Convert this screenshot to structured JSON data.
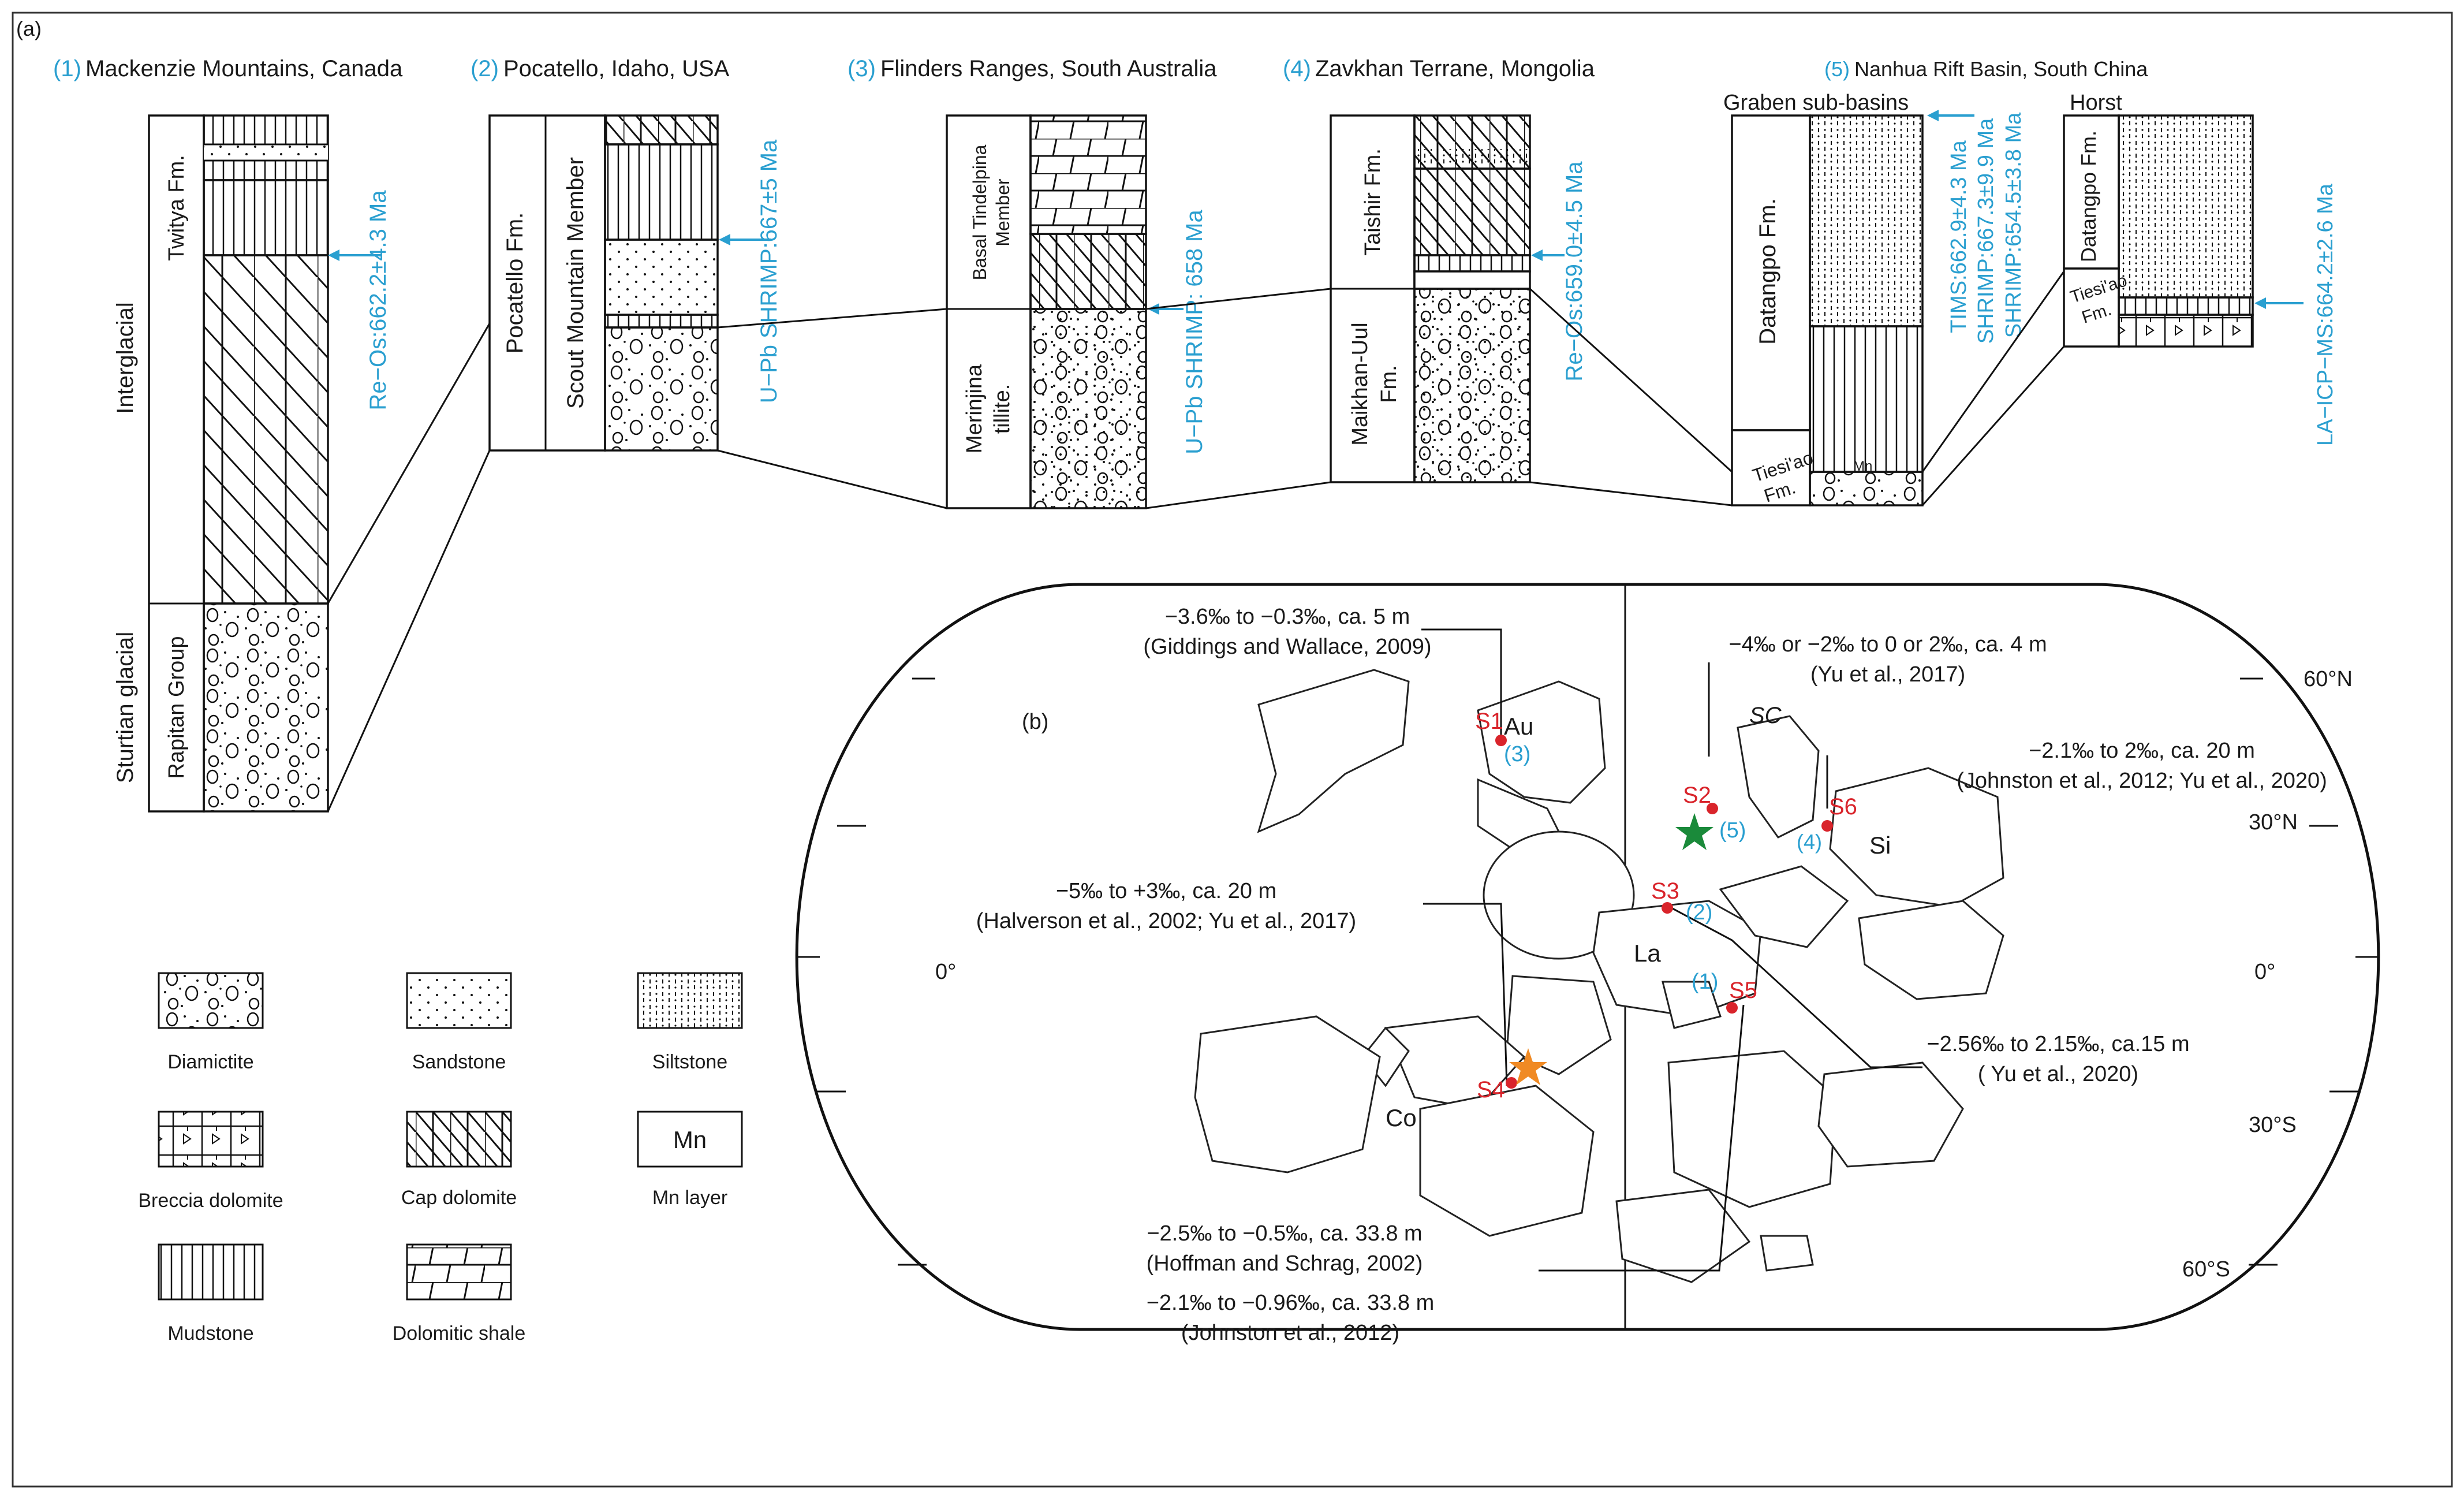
{
  "panel_a": {
    "label": "(a)",
    "sections": [
      {
        "num": "(1)",
        "name": "Mackenzie Mountains, Canada"
      },
      {
        "num": "(2)",
        "name": "Pocatello, Idaho, USA"
      },
      {
        "num": "(3)",
        "name": "Flinders Ranges, South Australia"
      },
      {
        "num": "(4)",
        "name": "Zavkhan Terrane, Mongolia"
      },
      {
        "num": "(5)",
        "name": "Nanhua Rift Basin, South China"
      }
    ],
    "s1": {
      "interglacial": "Interglacial",
      "sturtian": "Sturtian glacial",
      "twitya": "Twitya Fm.",
      "rapitan": "Rapitan Group",
      "age": "Re−Os:662.2±4.3 Ma"
    },
    "s2": {
      "fm": "Pocatello Fm.",
      "member": "Scout Mountain Member",
      "age": "U−Pb SHRIMP:667±5 Ma"
    },
    "s3": {
      "basal1": "Basal Tindelpina",
      "basal2": "Member",
      "merinjina1": "Merinjina",
      "merinjina2": "tillite.",
      "age": "U−Pb SHRIMP: 658 Ma"
    },
    "s4": {
      "taishir": "Taishir Fm.",
      "maikhan1": "Maikhan-Uul",
      "maikhan2": "Fm.",
      "age": "Re−Os:659.0±4.5 Ma"
    },
    "s5": {
      "graben": "Graben sub-basins",
      "horst": "Horst",
      "datangpo": "Datangpo Fm.",
      "datangpo2": "Datangpo Fm.",
      "tiesiao1": "Tiesi'ao",
      "tiesiao2": "Fm.",
      "tiesiao3": "Tiesi'ao",
      "tiesiao4": "Fm.",
      "mn": "Mn",
      "age1": "TIMS:662.9±4.3 Ma",
      "age2": "SHRIMP:667.3±9.9 Ma",
      "age3": "SHRIMP:654.5±3.8 Ma",
      "age4": "LA−ICP−MS:664.2±2.6 Ma"
    },
    "legend": {
      "diamictite": "Diamictite",
      "sandstone": "Sandstone",
      "siltstone": "Siltstone",
      "breccia": "Breccia dolomite",
      "cap": "Cap dolomite",
      "mn_layer": "Mn layer",
      "mn_box": "Mn",
      "mudstone": "Mudstone",
      "dolshale": "Dolomitic shale"
    }
  },
  "panel_b": {
    "label": "(b)",
    "lat": {
      "n60": "60°N",
      "n30": "30°N",
      "eq_left": "0°",
      "eq_right": "0°",
      "s30": "30°S",
      "s60": "60°S"
    },
    "cratons": {
      "au": "Au",
      "sc": "SC",
      "si": "Si",
      "la": "La",
      "co": "Co"
    },
    "sites": {
      "s1": "S1",
      "s2": "S2",
      "s3": "S3",
      "s4": "S4",
      "s5": "S5",
      "s6": "S6"
    },
    "site_nums": {
      "n1": "(1)",
      "n2": "(2)",
      "n3": "(3)",
      "n4": "(4)",
      "n5": "(5)"
    },
    "notes": {
      "n1a": "−3.6‰ to −0.3‰, ca. 5 m",
      "n1b": "(Giddings and Wallace, 2009)",
      "n2a": "−4‰ or −2‰ to 0 or 2‰, ca. 4 m",
      "n2b": "(Yu et al., 2017)",
      "n3a": "−2.1‰ to 2‰, ca. 20 m",
      "n3b": "(Johnston et al., 2012; Yu et al., 2020)",
      "n4a": "−5‰ to +3‰, ca. 20 m",
      "n4b": "(Halverson et al., 2002; Yu et al., 2017)",
      "n5a": "−2.56‰ to 2.15‰, ca.15 m",
      "n5b": "( Yu et al., 2020)",
      "n6a": "−2.5‰ to −0.5‰, ca. 33.8 m",
      "n6b": "(Hoffman and Schrag, 2002)",
      "n7a": "−2.1‰ to −0.96‰, ca. 33.8 m",
      "n7b": "(Johnston et al., 2012)"
    },
    "colors": {
      "site": "#d9242b",
      "blue": "#2a9fd0",
      "green_star": "#1a8a3a",
      "orange_star": "#f08a24"
    }
  }
}
